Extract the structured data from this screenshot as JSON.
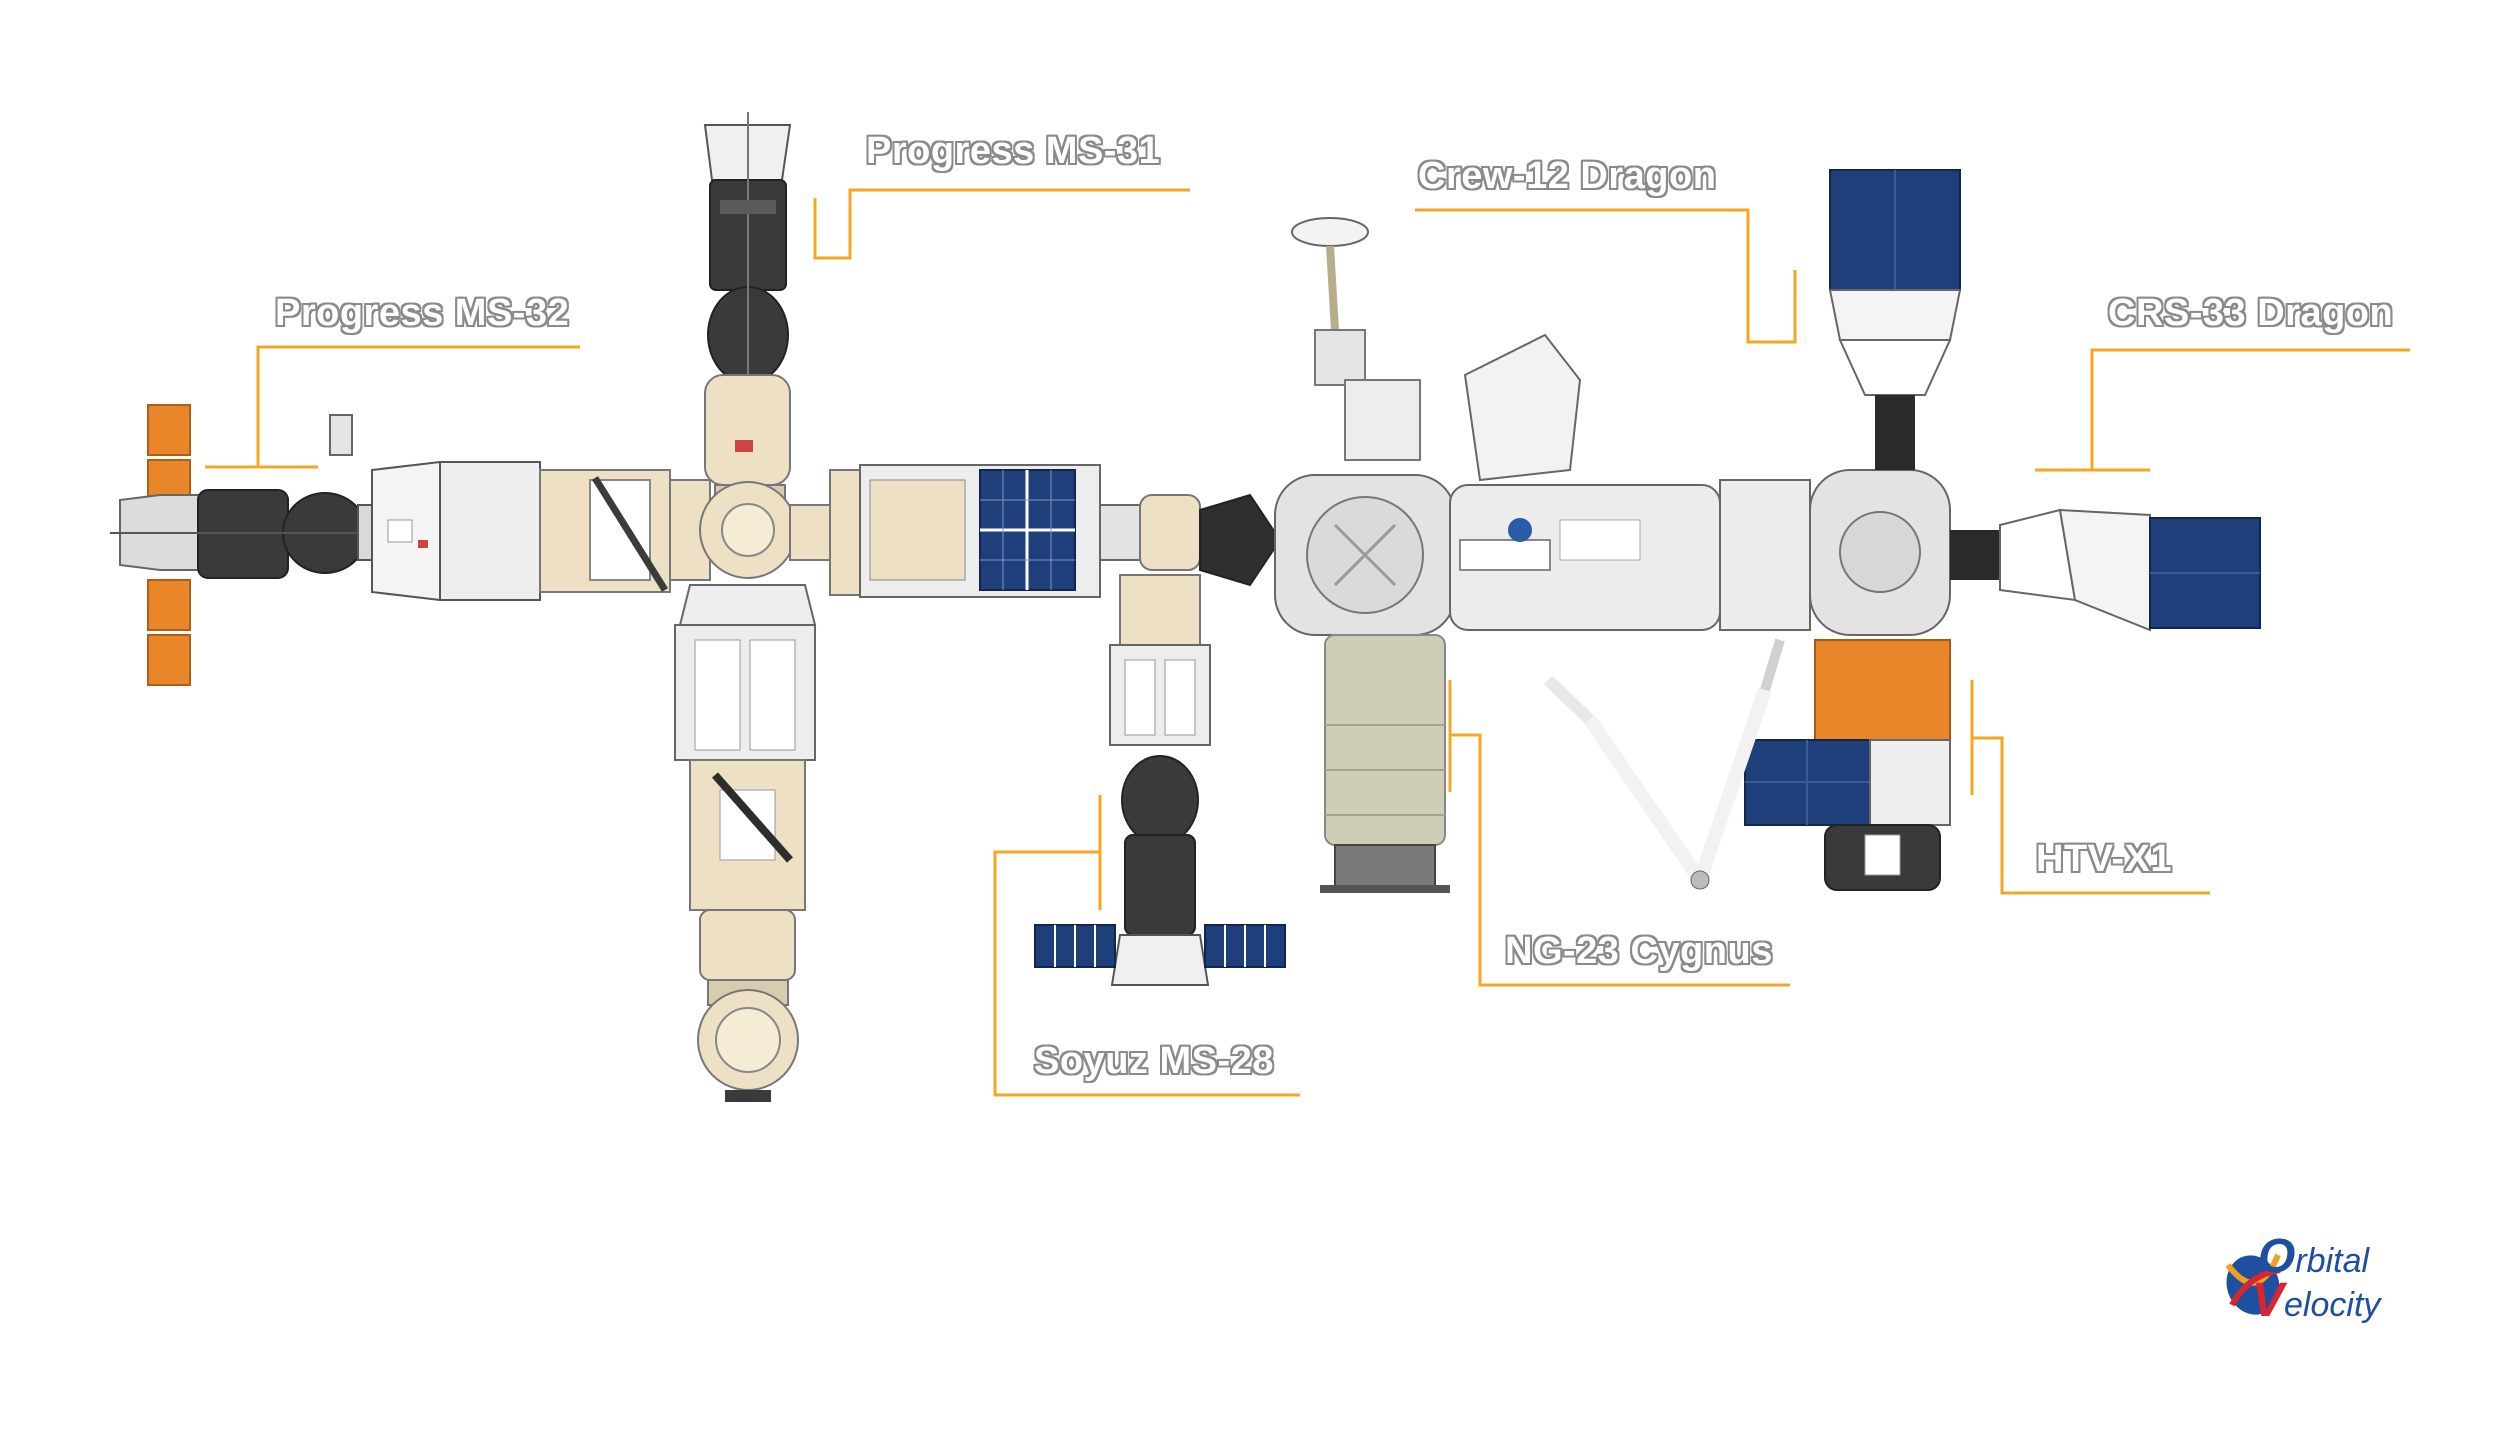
{
  "labels": {
    "progress_ms31": "Progress MS-31",
    "progress_ms32": "Progress MS-32",
    "crew12_dragon": "Crew-12 Dragon",
    "crs33_dragon": "CRS-33 Dragon",
    "soyuz_ms28": "Soyuz MS-28",
    "ng23_cygnus": "NG-23 Cygnus",
    "htv_x1": "HTV-X1"
  },
  "logo": {
    "line1_cap": "O",
    "line1_rest": "rbital",
    "line2_cap": "V",
    "line2_rest": "elocity"
  },
  "colors": {
    "leader": "#f5a623",
    "label_text": "#ffffff",
    "label_outline": "#8a8a8a",
    "solar_array": "#1f3f7a",
    "orange_array": "#e8862a",
    "russian_module": "#ede0c4",
    "us_module": "#ececec",
    "dark_hull": "#3a3a3a"
  }
}
